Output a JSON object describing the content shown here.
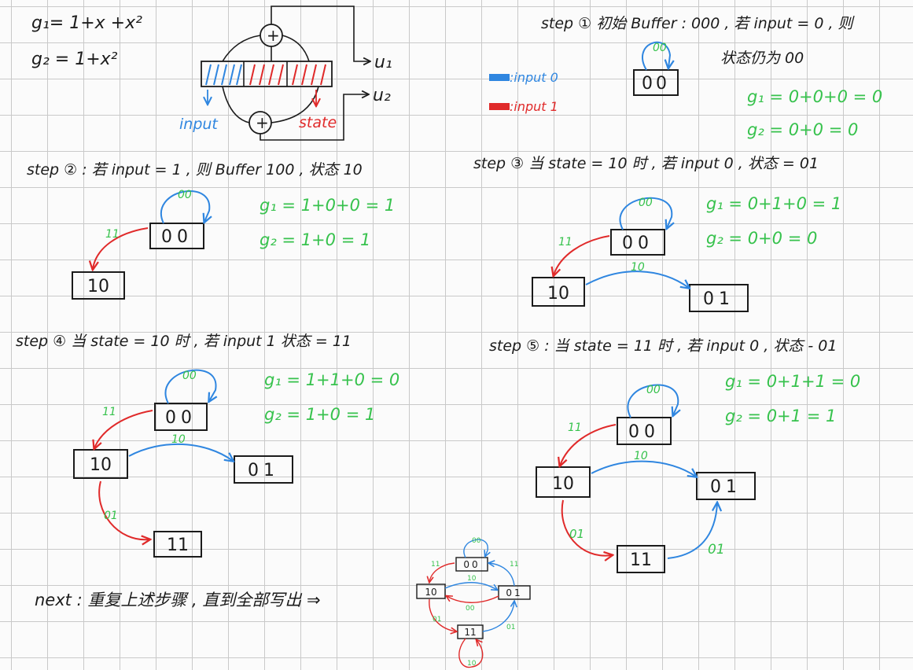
{
  "colors": {
    "ink": "#1b1b1b",
    "blue": "#2f86e0",
    "red": "#e02a2a",
    "green": "#37c24d"
  },
  "header": {
    "g1": "g₁= 1+x +x²",
    "g2": "g₂ = 1+x²",
    "u1": "u₁",
    "u2": "u₂",
    "plus": "+",
    "input_label": "input",
    "state_label": "state",
    "legend_input0": ":input 0",
    "legend_input1": ":input 1"
  },
  "step1": {
    "text": "step ① 初始 Buffer : 000 , 若 input = 0 , 则",
    "text2": "状态仍为 00",
    "g1": "g₁ = 0+0+0 = 0",
    "g2": "g₂ = 0+0 = 0"
  },
  "step2": {
    "text": "step ② : 若 input = 1 , 则 Buffer 100 , 状态 10",
    "g1": "g₁ = 1+0+0 = 1",
    "g2": "g₂ = 1+0 = 1"
  },
  "step3": {
    "text": "step ③ 当 state = 10 时 , 若 input 0 , 状态 = 01",
    "g1": "g₁ = 0+1+0 = 1",
    "g2": "g₂ = 0+0 = 0"
  },
  "step4": {
    "text": "step ④ 当 state = 10 时 , 若 input 1 状态 = 11",
    "g1": "g₁ = 1+1+0 = 0",
    "g2": "g₂ = 1+0 = 1"
  },
  "step5": {
    "text": "step ⑤ : 当 state = 11 时 , 若 input 0 , 状态 - 01",
    "g1": "g₁ = 0+1+1 = 0",
    "g2": "g₂ = 0+1 = 1"
  },
  "next": {
    "text": "next : 重复上述步骤 , 直到全部写出 ⇒"
  },
  "states": [
    "00",
    "10",
    "01",
    "11"
  ],
  "edge_labels": {
    "e00_00": "00",
    "e00_10": "11",
    "e10_01": "10",
    "e10_11": "01",
    "e11_01": "01",
    "e01_00": "11",
    "e01_10": "00",
    "e11_11": "10"
  }
}
